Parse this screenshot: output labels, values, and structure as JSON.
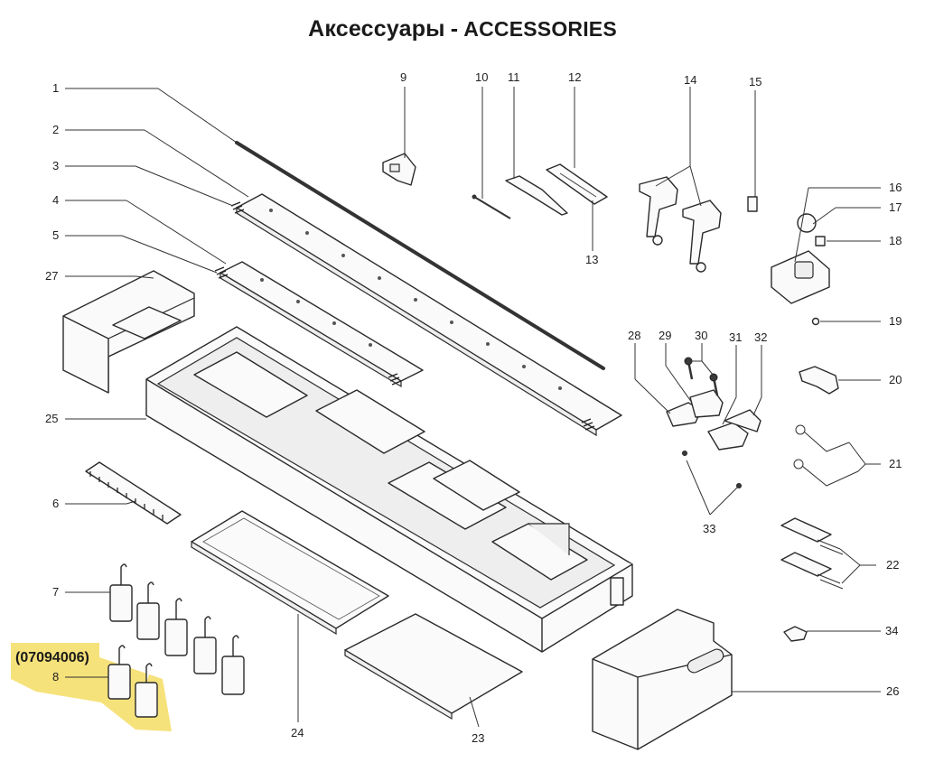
{
  "title": {
    "ru": "Аксессуары",
    "separator": "-",
    "en": "ACCESSORIES"
  },
  "highlight": {
    "code": "(07094006)",
    "part": "8",
    "color": "#f6e27a"
  },
  "parts": [
    "1",
    "2",
    "3",
    "4",
    "5",
    "6",
    "7",
    "8",
    "9",
    "10",
    "11",
    "12",
    "13",
    "14",
    "15",
    "16",
    "17",
    "18",
    "19",
    "20",
    "21",
    "22",
    "23",
    "24",
    "25",
    "26",
    "27",
    "28",
    "29",
    "30",
    "31",
    "32",
    "33",
    "34"
  ]
}
